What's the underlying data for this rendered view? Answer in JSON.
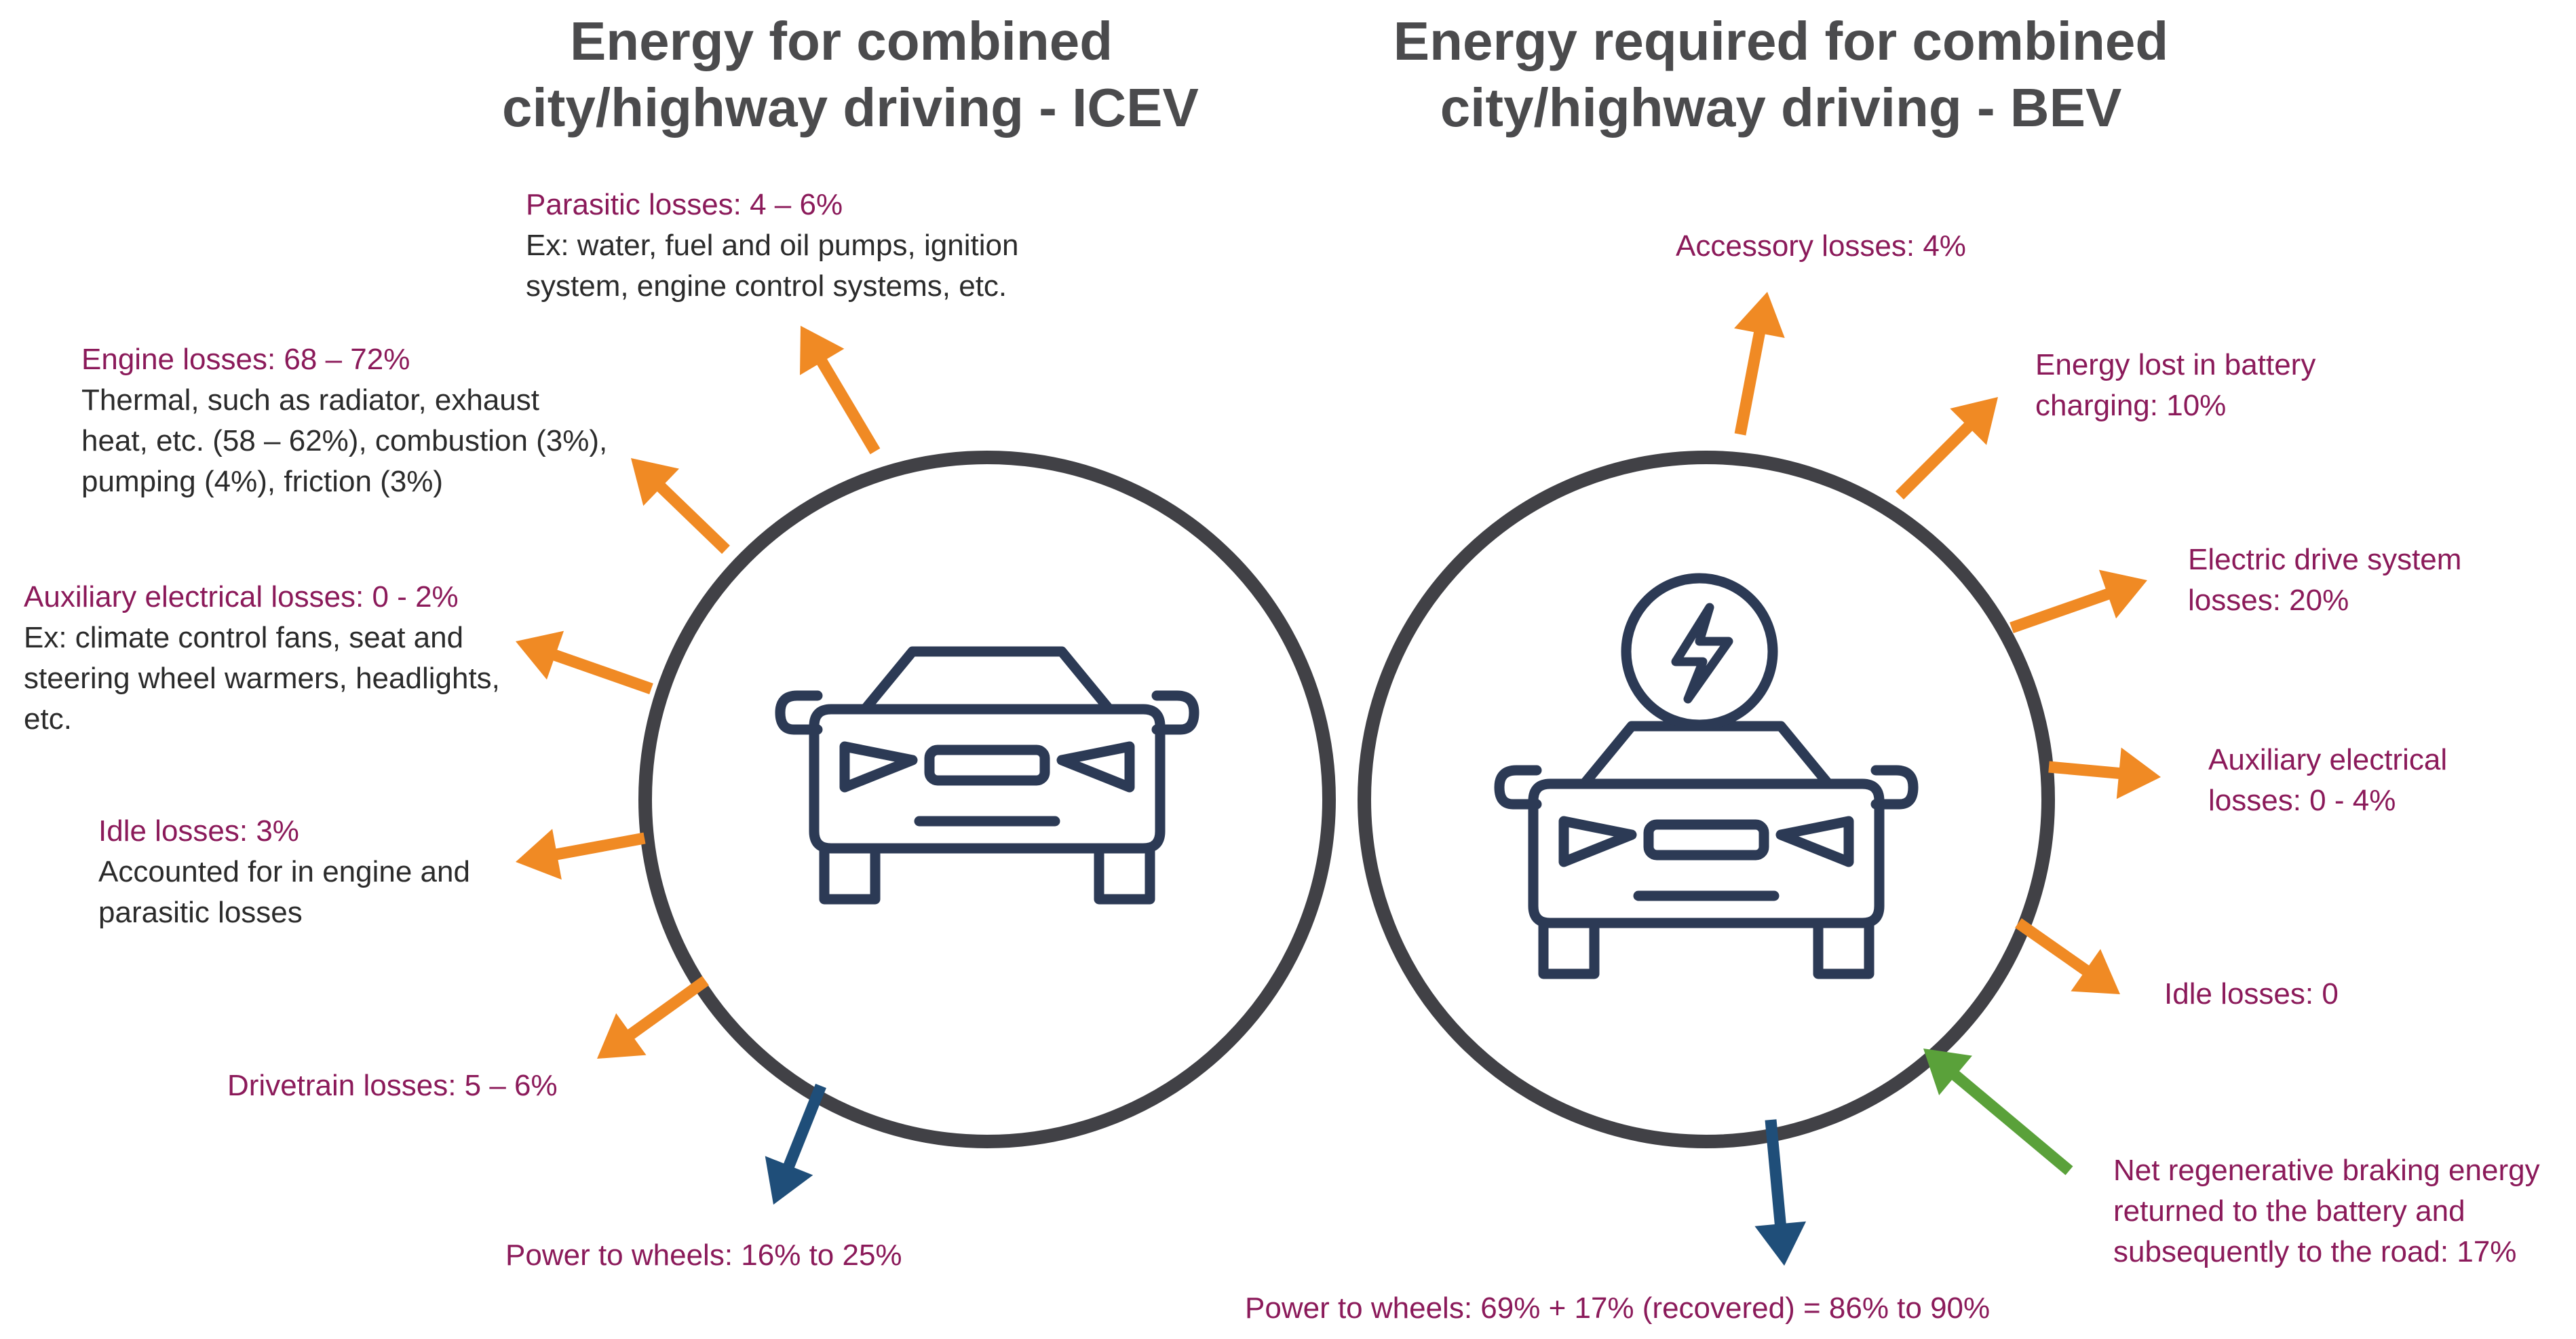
{
  "colors": {
    "circle": "#414146",
    "car": "#2c3a55",
    "loss_arrow": "#f08a24",
    "wheel_arrow": "#1f4e79",
    "regen_arrow": "#5aa13a",
    "label_heading": "#8b1a5a",
    "label_text": "#2b2b2b",
    "title": "#4b4b4d"
  },
  "icons": {
    "icev_car": "car-front-icon",
    "bev_car": "electric-car-front-icon",
    "bolt": "lightning-bolt-icon"
  },
  "icev": {
    "title_1": "Energy for combined",
    "title_2": "city/highway driving - ICEV",
    "parasitic": {
      "head": "Parasitic losses: 4 – 6%",
      "line_1": "Ex: water, fuel and oil pumps, ignition",
      "line_2": "system, engine control systems, etc."
    },
    "engine": {
      "head": "Engine losses: 68 – 72%",
      "line_1": "Thermal, such as radiator, exhaust",
      "line_2": "heat, etc. (58 – 62%), combustion (3%),",
      "line_3": "pumping (4%), friction (3%)"
    },
    "auxiliary": {
      "head": "Auxiliary electrical losses: 0 - 2%",
      "line_1": "Ex: climate control fans, seat and",
      "line_2": "steering wheel warmers, headlights,",
      "line_3": "etc."
    },
    "idle": {
      "head": "Idle losses: 3%",
      "line_1": "Accounted for in engine and",
      "line_2": "parasitic losses"
    },
    "drivetrain": {
      "head": "Drivetrain losses: 5 – 6%"
    },
    "wheels": {
      "head": "Power to wheels: 16% to 25%"
    }
  },
  "bev": {
    "title_1": "Energy required for combined",
    "title_2": "city/highway driving - BEV",
    "accessory": {
      "head": "Accessory losses: 4%"
    },
    "charging": {
      "line_1": "Energy lost in battery",
      "line_2": "charging: 10%"
    },
    "drive": {
      "line_1": "Electric drive system",
      "line_2": "losses: 20%"
    },
    "auxiliary": {
      "line_1": "Auxiliary electrical",
      "line_2": "losses: 0 - 4%"
    },
    "idle": {
      "head": "Idle losses: 0"
    },
    "regen": {
      "line_1": "Net regenerative braking energy",
      "line_2": "returned to the battery and",
      "line_3": "subsequently to the road: 17%"
    },
    "wheels": {
      "head": "Power to wheels: 69% + 17% (recovered) = 86% to 90%"
    }
  }
}
